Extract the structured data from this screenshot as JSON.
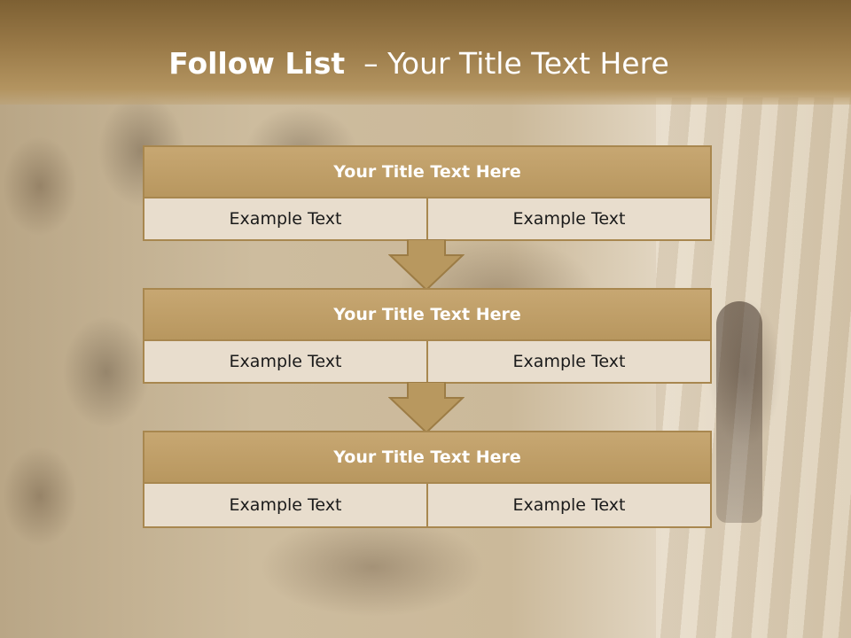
{
  "slide": {
    "title_bold": "Follow List",
    "title_rest": "  – Your Title Text Here"
  },
  "steps": [
    {
      "title": "Your Title Text Here",
      "left": "Example Text",
      "right": "Example Text"
    },
    {
      "title": "Your Title Text Here",
      "left": "Example Text",
      "right": "Example Text"
    },
    {
      "title": "Your Title Text Here",
      "left": "Example Text",
      "right": "Example Text"
    }
  ],
  "colors": {
    "header": "#9a7a48",
    "box_title": "#c0a06a",
    "box_border": "#a8874f",
    "cell_fill": "#e8ddcd",
    "arrow": "#b8985f"
  }
}
